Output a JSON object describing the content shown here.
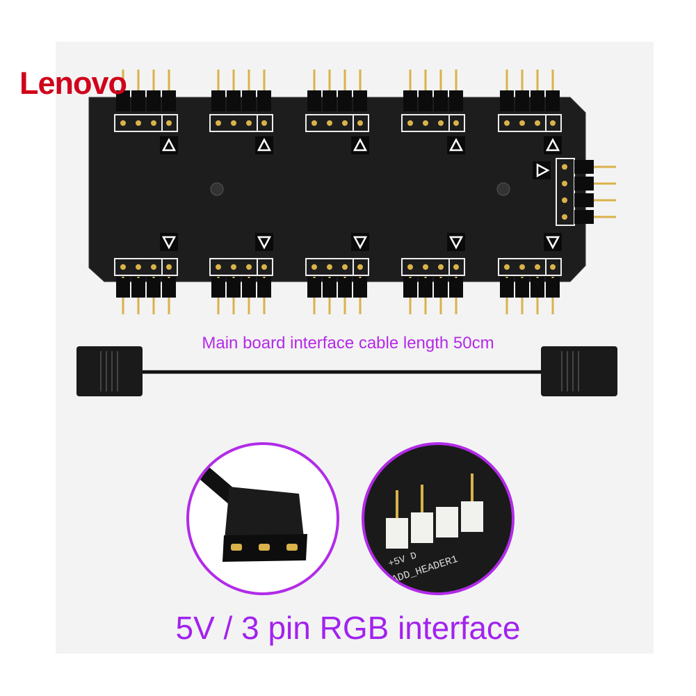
{
  "brand": {
    "logo_text": "Lenovo",
    "color": "#d0021b"
  },
  "product": {
    "cable_caption": "Main board interface cable length 50cm",
    "interface_caption": "5V / 3 pin RGB interface",
    "header_silkscreen": {
      "pin1": "+5V",
      "pin2": "D",
      "name": "ADD_HEADER1"
    },
    "accent_color": "#a222ee"
  }
}
